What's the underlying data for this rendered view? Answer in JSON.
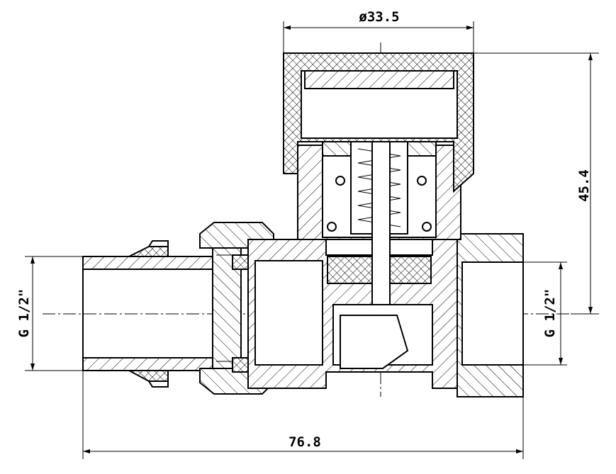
{
  "dimensions": {
    "top_diameter": "ø33.5",
    "right_height": "45.4",
    "bottom_length": "76.8",
    "left_thread": "G 1/2\"",
    "right_thread": "G 1/2\""
  },
  "colors": {
    "line": "#000000",
    "background": "#ffffff"
  }
}
